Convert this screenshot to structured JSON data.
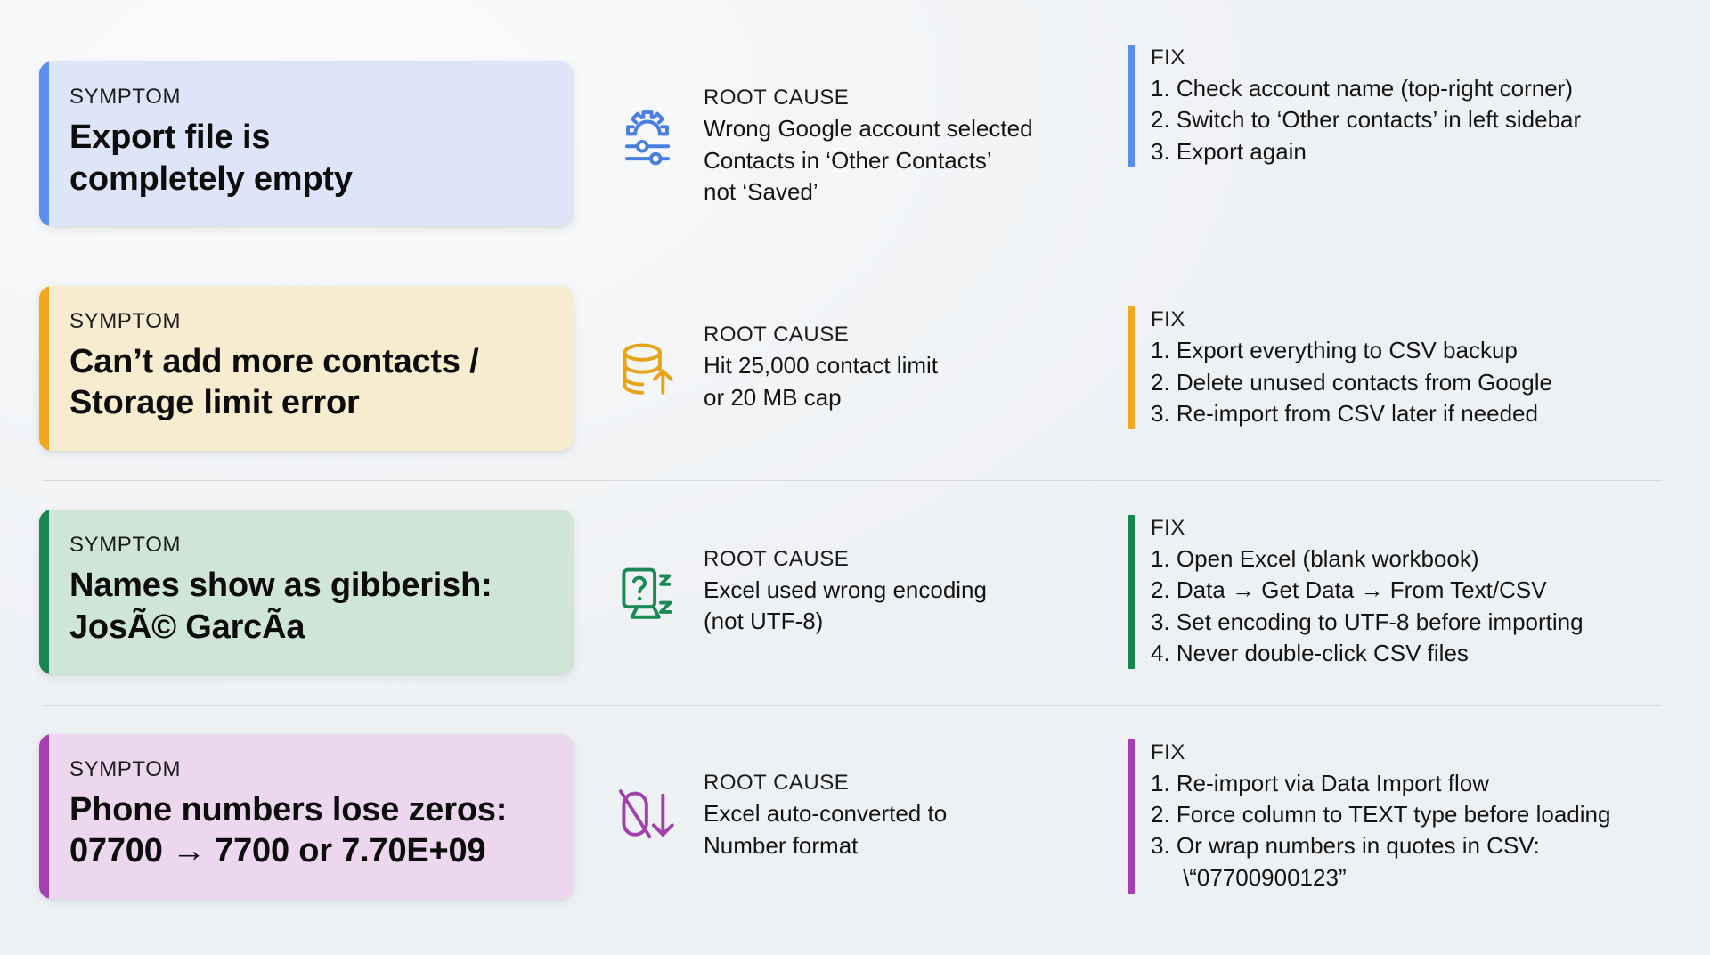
{
  "meta": {
    "column_labels": {
      "symptom": "SYMPTOM",
      "root_cause": "ROOT CAUSE",
      "fix": "FIX"
    },
    "background": "#f4f6f8"
  },
  "rows": [
    {
      "accent": "#5b8def",
      "card_bg": "#dde6f8",
      "symptom_label": "SYMPTOM",
      "symptom_title_line1": "Export file is",
      "symptom_title_line2": "completely empty",
      "icon": "settings-sliders-icon",
      "root_cause_label": "ROOT CAUSE",
      "root_cause_lines": [
        "Wrong Google account selected",
        "Contacts in ‘Other Contacts’",
        "not ‘Saved’"
      ],
      "fix_label": "FIX",
      "fix_items": [
        "1. Check account name (top-right corner)",
        "2. Switch to ‘Other contacts’ in left sidebar",
        "3. Export again"
      ]
    },
    {
      "accent": "#f0a81e",
      "card_bg": "#f7ecd0",
      "symptom_label": "SYMPTOM",
      "symptom_title_line1": "Can’t add more contacts /",
      "symptom_title_line2": "Storage limit error",
      "icon": "database-upload-icon",
      "root_cause_label": "ROOT CAUSE",
      "root_cause_lines": [
        "Hit 25,000 contact limit",
        "or 20 MB cap"
      ],
      "fix_label": "FIX",
      "fix_items": [
        "1. Export everything to CSV backup",
        "2. Delete unused contacts from Google",
        "3. Re-import from CSV later if needed"
      ]
    },
    {
      "accent": "#18874f",
      "card_bg": "#cfe5d8",
      "symptom_label": "SYMPTOM",
      "symptom_title_line1": "Names show as gibberish:",
      "symptom_title_line2": "JosÃ© GarcÃ­a",
      "icon": "unknown-character-icon",
      "root_cause_label": "ROOT CAUSE",
      "root_cause_lines": [
        "Excel used wrong encoding",
        "(not UTF-8)"
      ],
      "fix_label": "FIX",
      "fix_items": [
        "1. Open Excel (blank workbook)",
        "2. Data → Get Data → From Text/CSV",
        "3. Set encoding to UTF-8 before importing",
        "4. Never double-click CSV files"
      ]
    },
    {
      "accent": "#a83fb0",
      "card_bg": "#ecd7ef",
      "symptom_label": "SYMPTOM",
      "symptom_title_line1": "Phone numbers lose zeros:",
      "symptom_title_line2": "07700 → 7700 or 7.70E+09",
      "icon": "no-leading-zero-down-icon",
      "root_cause_label": "ROOT CAUSE",
      "root_cause_lines": [
        "Excel auto-converted to",
        "Number format"
      ],
      "fix_label": "FIX",
      "fix_items": [
        "1. Re-import via Data Import flow",
        "2. Force column to TEXT type before loading",
        "3. Or wrap numbers in quotes in CSV:",
        "\\“07700900123”"
      ]
    }
  ]
}
